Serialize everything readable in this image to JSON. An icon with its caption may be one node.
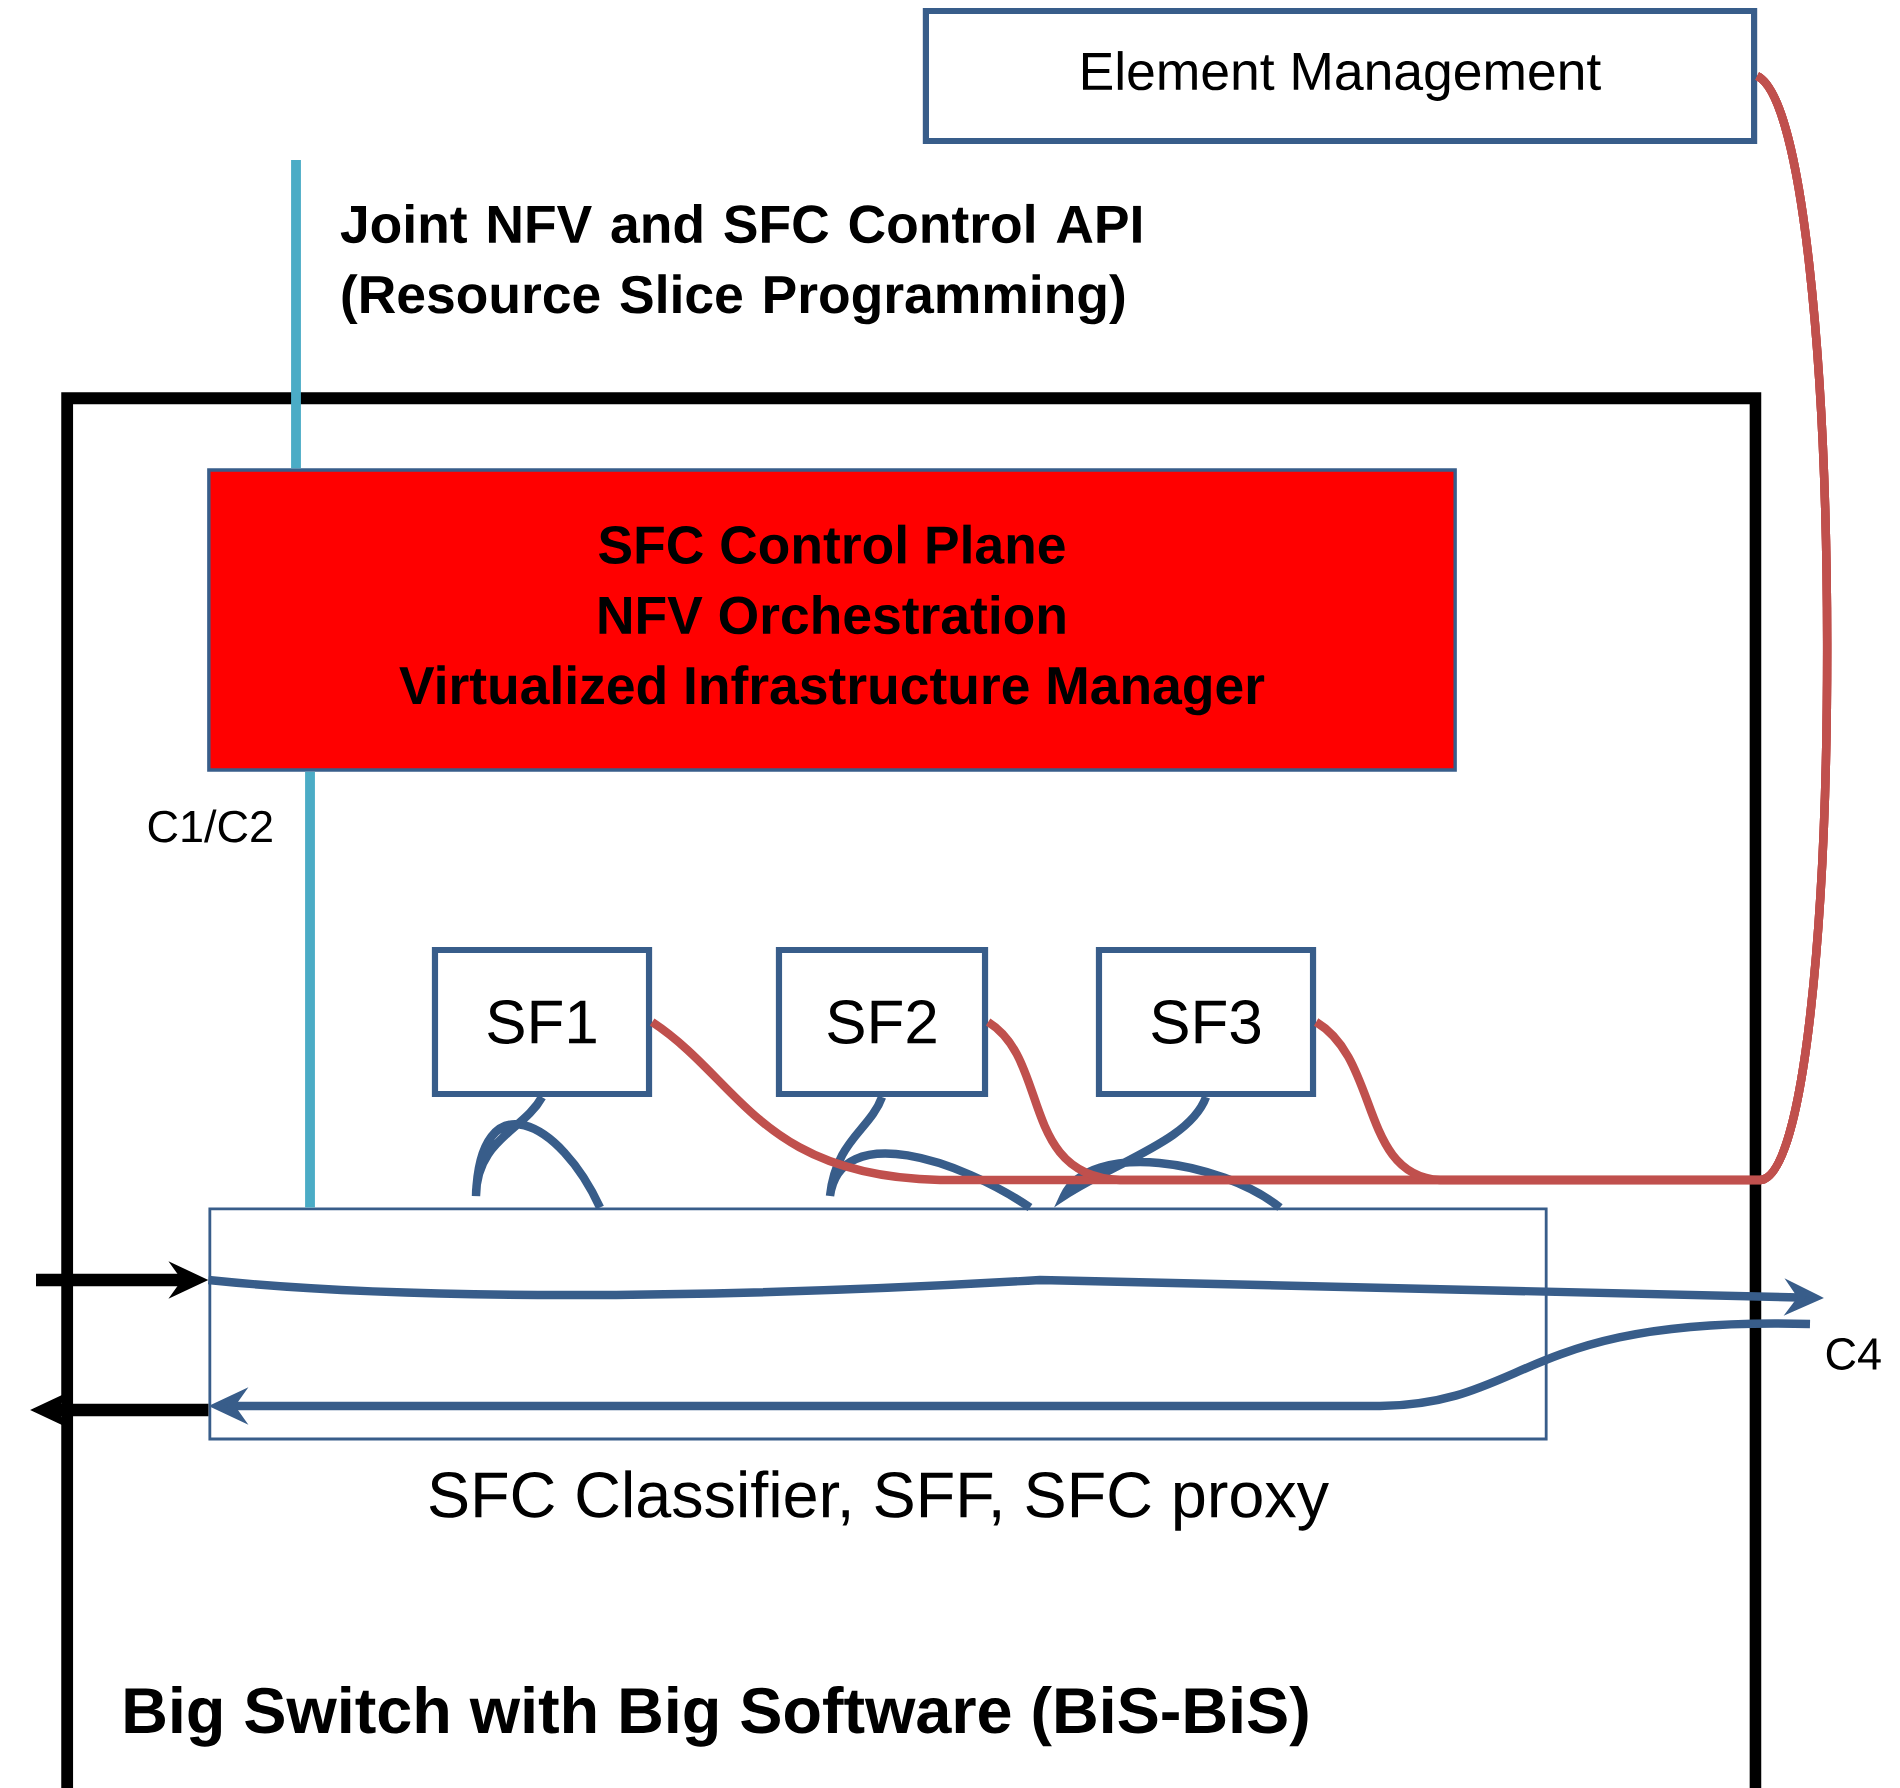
{
  "diagram": {
    "nodes": [
      {
        "text": [
          "Element Management"
        ]
      },
      {
        "text": [
          "Big Switch with Big Software (BiS-BiS)"
        ]
      },
      {
        "text": [
          "SFC Control Plane",
          "NFV Orchestration",
          "Virtualized Infrastructure Manager"
        ],
        "in": 1
      },
      {
        "text": [
          "SF1"
        ],
        "in": 1
      },
      {
        "text": [
          "SF2"
        ],
        "in": 1
      },
      {
        "text": [
          "SF3"
        ],
        "in": 1
      },
      {
        "text": [
          "SFC Classifier, SFF, SFC proxy"
        ],
        "in": 1
      }
    ],
    "edges": [
      {
        "from": null,
        "to": 2,
        "arrow": "none",
        "label": "Joint NFV and SFC Control API (Resource Slice Programming)",
        "color": "#4bacc6"
      },
      {
        "from": 2,
        "to": 6,
        "arrow": "none",
        "label": "C1/C2",
        "color": "#4bacc6"
      },
      {
        "from": null,
        "to": 6,
        "arrow": "to",
        "color": "#000000"
      },
      {
        "from": 6,
        "to": null,
        "arrow": "to",
        "color": "#000000"
      },
      {
        "from": 6,
        "to": 3,
        "arrow": "none"
      },
      {
        "from": 6,
        "to": 4,
        "arrow": "none"
      },
      {
        "from": 6,
        "to": 5,
        "arrow": "none"
      },
      {
        "from": 6,
        "to": null,
        "arrow": "to"
      },
      {
        "from": null,
        "to": 6,
        "arrow": "to"
      },
      {
        "from": 3,
        "to": 0,
        "arrow": "none",
        "color": "#c0504d"
      },
      {
        "from": 4,
        "to": 0,
        "arrow": "none",
        "color": "#c0504d"
      },
      {
        "from": 5,
        "to": 0,
        "arrow": "none",
        "color": "#c0504d"
      }
    ],
    "labels": [
      "C4"
    ]
  }
}
